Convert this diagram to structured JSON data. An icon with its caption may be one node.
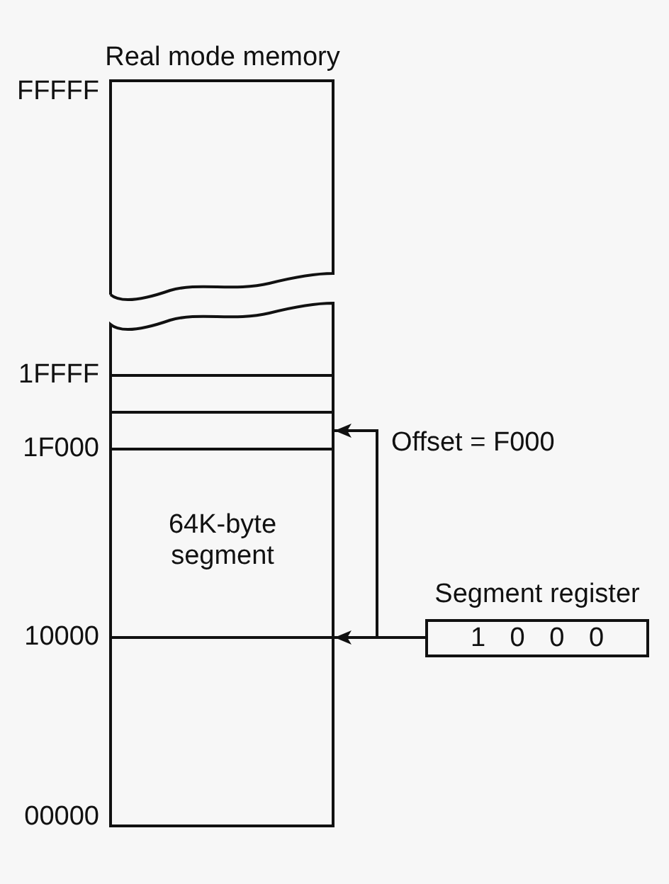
{
  "diagram": {
    "nodes": [
      {
        "text": [
          "Real mode memory"
        ]
      },
      {
        "text": [
          "64K-byte segment"
        ],
        "in": 0
      },
      {
        "text": [],
        "shape": "box",
        "in": 1
      },
      {
        "text": [
          "Segment register",
          "1 0 0 0"
        ]
      }
    ],
    "edges": [
      {
        "from": 3,
        "to": 1,
        "arrow": "to"
      },
      {
        "from": 3,
        "to": 2,
        "arrow": "to",
        "label": "Offset = F000"
      }
    ],
    "labels": [
      "FFFFF",
      "1FFFF",
      "1F000",
      "10000",
      "00000"
    ]
  }
}
